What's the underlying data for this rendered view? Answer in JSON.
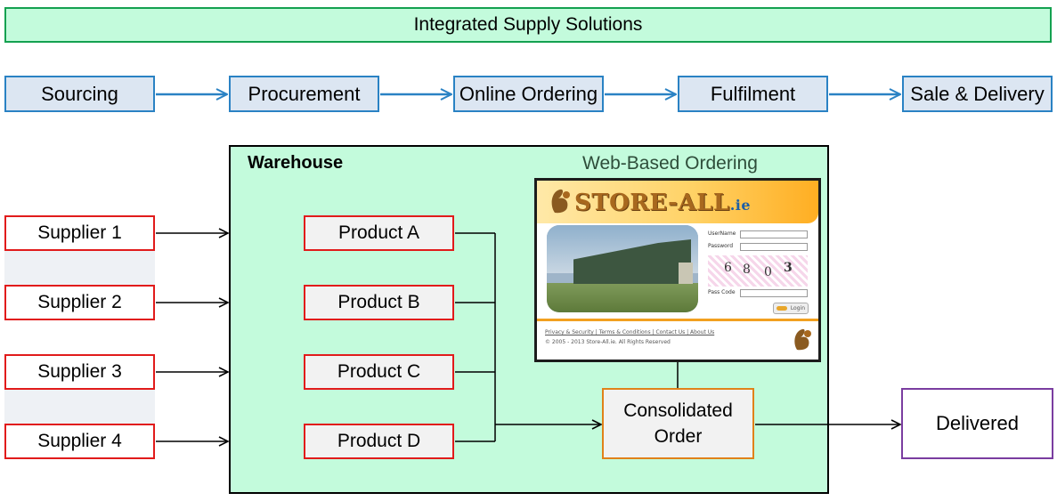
{
  "banner": {
    "title": "Integrated Supply Solutions"
  },
  "stages": [
    "Sourcing",
    "Procurement",
    "Online Ordering",
    "Fulfilment",
    "Sale & Delivery"
  ],
  "suppliers": [
    "Supplier 1",
    "Supplier 2",
    "Supplier 3",
    "Supplier 4"
  ],
  "warehouse": {
    "title": "Warehouse",
    "products": [
      "Product A",
      "Product B",
      "Product C",
      "Product D"
    ]
  },
  "web_ordering": {
    "title": "Web-Based Ordering",
    "site": {
      "logo_text": "STORE-ALL",
      "logo_suffix": ".ie",
      "username_label": "UserName",
      "password_label": "Password",
      "captcha": [
        "6",
        "8",
        "0",
        "3"
      ],
      "passcode_label": "Pass Code",
      "login_label": "Login",
      "footer_links": "Privacy & Security | Terms & Conditions | Contact Us | About Us",
      "copyright": "© 2005 - 2013 Store-All.ie. All Rights Reserved"
    }
  },
  "consolidated": {
    "line1": "Consolidated",
    "line2": "Order"
  },
  "delivered": {
    "label": "Delivered"
  },
  "colors": {
    "banner_fill": "#c3fbdc",
    "banner_border": "#14a150",
    "stage_fill": "#dce6f2",
    "stage_border": "#2a82c4",
    "supplier_border": "#e11b1b",
    "consolidated_border": "#e0821a",
    "delivered_border": "#7a3da0"
  }
}
